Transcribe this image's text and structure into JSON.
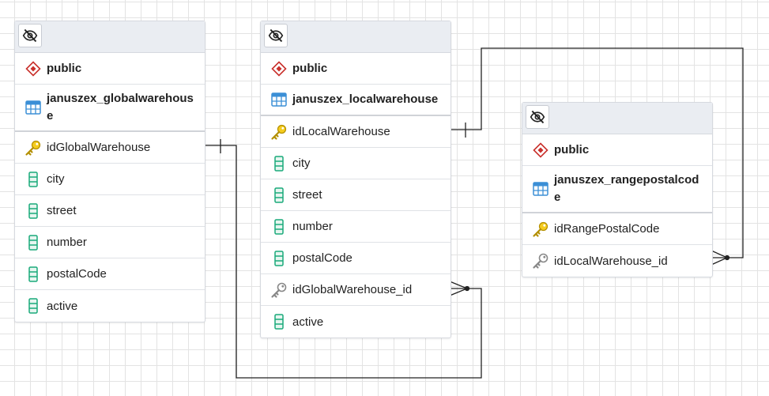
{
  "tables": [
    {
      "schema": "public",
      "name_lines": [
        "januszex_globalwarehous",
        "e"
      ],
      "primary_key": "idGlobalWarehouse",
      "columns": [
        "city",
        "street",
        "number",
        "postalCode",
        "active"
      ]
    },
    {
      "schema": "public",
      "name_lines": [
        "januszex_localwarehouse"
      ],
      "primary_key": "idLocalWarehouse",
      "columns": [
        "city",
        "street",
        "number",
        "postalCode",
        "idGlobalWarehouse_id",
        "active"
      ]
    },
    {
      "schema": "public",
      "name_lines": [
        "januszex_rangepostalcod",
        "e"
      ],
      "primary_key": "idRangePostalCode",
      "columns": [
        "idLocalWarehouse_id"
      ]
    }
  ],
  "colors": {
    "schema_icon": "#c9302c",
    "table_icon": "#3b8fd6",
    "pk_icon": "#e6b800",
    "fk_icon": "#888888",
    "column_icon": "#1aaa7a",
    "link_line": "#222222"
  }
}
